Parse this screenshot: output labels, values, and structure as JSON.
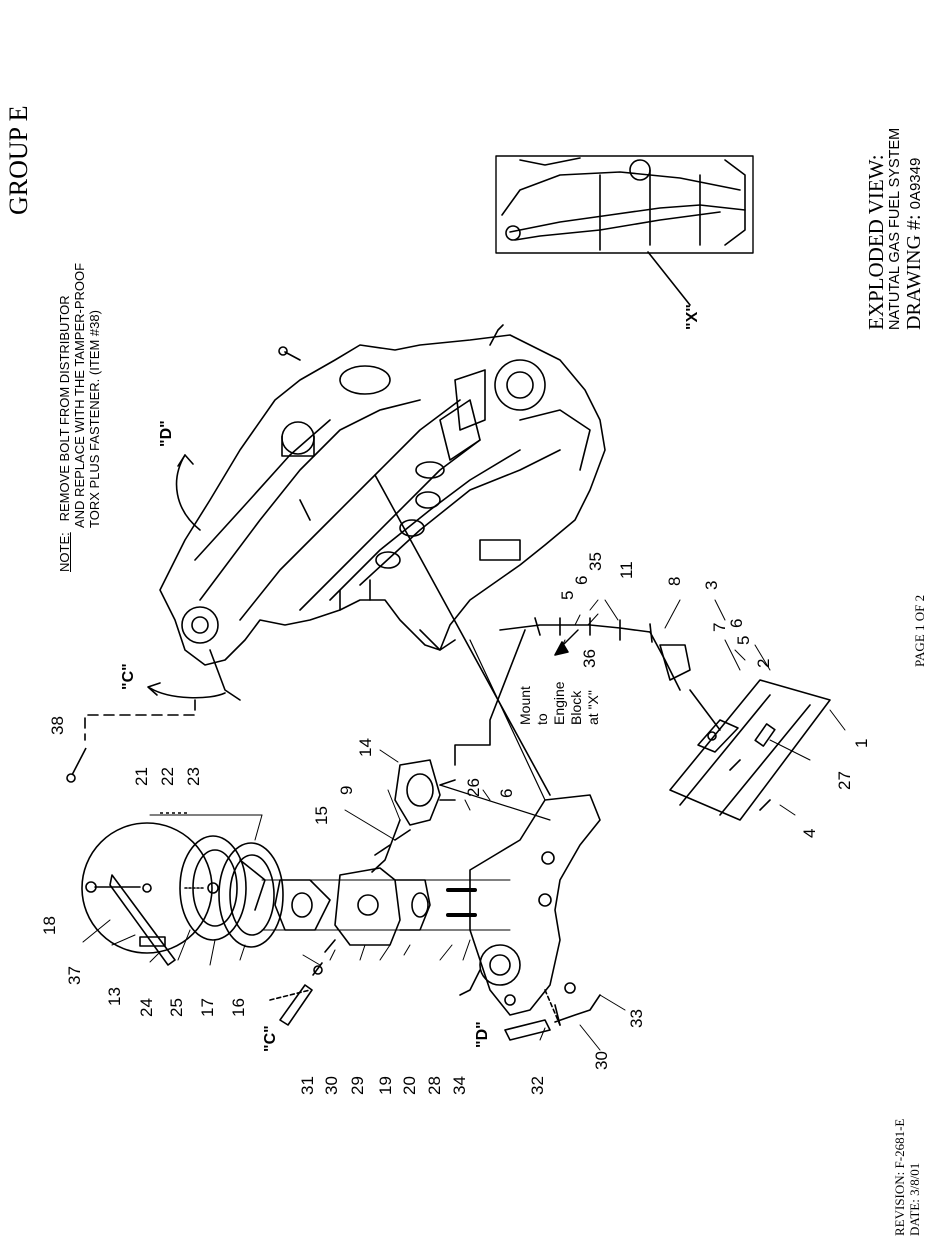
{
  "group": "GROUP E",
  "title": {
    "line1": "EXPLODED VIEW:",
    "line2": "NATUTAL GAS FUEL SYSTEM",
    "drawing_label": "DRAWING #:",
    "drawing_number": "0A9349"
  },
  "note": {
    "label": "NOTE:",
    "line1": "REMOVE BOLT FROM DISTRIBUTOR",
    "line2": "AND REPLACE WITH THE TAMPER-PROOF",
    "line3": "TORX PLUS FASTENER. (ITEM #38)"
  },
  "page": "PAGE 1 OF 2",
  "revision": "REVISION: F-2681-E",
  "date": "DATE: 3/8/01",
  "mount_note": {
    "line1": "Mount",
    "line2": "to",
    "line3": "Engine",
    "line4": "Block",
    "line5": "at \"X\""
  },
  "view_labels": {
    "c_top": "\"C\"",
    "d_top": "\"D\"",
    "x_detail": "\"X\"",
    "c_bottom": "\"C\"",
    "d_bottom": "\"D\""
  },
  "callouts": [
    "1",
    "2",
    "3",
    "4",
    "5",
    "5",
    "6",
    "6",
    "6",
    "7",
    "8",
    "9",
    "11",
    "13",
    "14",
    "15",
    "16",
    "17",
    "18",
    "19",
    "20",
    "21",
    "22",
    "23",
    "24",
    "25",
    "26",
    "27",
    "28",
    "29",
    "30",
    "30",
    "31",
    "32",
    "33",
    "34",
    "35",
    "36",
    "37",
    "38"
  ]
}
